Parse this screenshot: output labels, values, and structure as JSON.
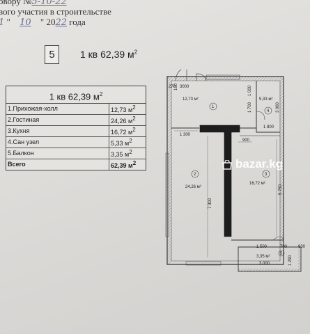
{
  "header": {
    "line1_prefix": "овору №",
    "line1_handwritten": "5-10-22",
    "line2": "вого участия в строительстве",
    "line3_q1": "\"",
    "line3_day": "1",
    "line3_q2": "\"",
    "line3_month": "10",
    "line3_year_prefix": "20",
    "line3_year": "22",
    "line3_suffix": "года"
  },
  "unit": {
    "number": "5",
    "title": "1 кв 62,39 м",
    "title_sup": "2"
  },
  "area_table": {
    "title": "1 кв 62,39 м",
    "title_sup": "2",
    "rows": [
      {
        "name": "1.Прихожая-холл",
        "value": "12,73 м",
        "sup": "2"
      },
      {
        "name": "2.Гостиная",
        "value": "24,26 м",
        "sup": "2"
      },
      {
        "name": "3.Кухня",
        "value": "16,72 м",
        "sup": "2"
      },
      {
        "name": "4.Сан узел",
        "value": "5,33 м",
        "sup": "2"
      },
      {
        "name": "5.Балкон",
        "value": "3,35 м",
        "sup": "2"
      }
    ],
    "total": {
      "name": "Всего",
      "value": "62,39 м",
      "sup": "2"
    }
  },
  "floorplan": {
    "rooms": [
      {
        "num": "1",
        "area": "12,73 м²"
      },
      {
        "num": "2",
        "area": "24,26 м²"
      },
      {
        "num": "3",
        "area": "16,72 м²"
      },
      {
        "num": "4",
        "area": "5,33 м²"
      },
      {
        "num": "5",
        "area": "3,35 м²"
      }
    ],
    "dims": {
      "d3000_top": "3000",
      "d270_top": "270",
      "d100": "100",
      "d1700": "1 700",
      "d1000": "1 000",
      "d3060": "3 060",
      "d1800": "1 800",
      "d1300": "1 300",
      "d900": "900",
      "d7300": "7 300",
      "d5750": "5 750",
      "d1500": "1 500",
      "d700": "700",
      "d930": "930",
      "d1290": "1 290",
      "d3000_bottom": "3 000"
    }
  },
  "watermark": {
    "text": "bazar.kg"
  }
}
